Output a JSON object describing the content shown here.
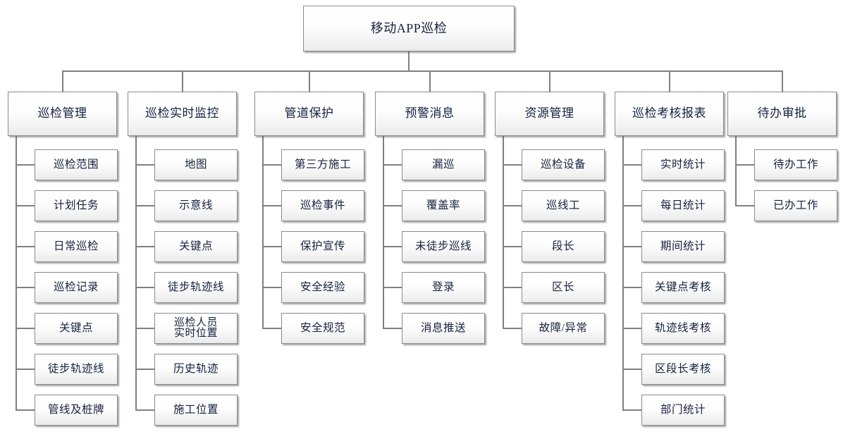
{
  "diagram": {
    "type": "tree",
    "title": "移动APP巡检",
    "root": {
      "label": "移动APP巡检"
    },
    "colors": {
      "box_border": "#8c8c8c",
      "box_fill_top": "#ffffff",
      "box_fill_bottom": "#ebebeb",
      "connector": "#808080",
      "text": "#16213e",
      "background": "#ffffff"
    },
    "branches": [
      {
        "label": "巡检管理",
        "children": [
          {
            "label": "巡检范围"
          },
          {
            "label": "计划任务"
          },
          {
            "label": "日常巡检"
          },
          {
            "label": "巡检记录"
          },
          {
            "label": "关键点"
          },
          {
            "label": "徒步轨迹线"
          },
          {
            "label": "管线及桩牌"
          }
        ]
      },
      {
        "label": "巡检实时监控",
        "children": [
          {
            "label": "地图"
          },
          {
            "label": "示意线"
          },
          {
            "label": "关键点"
          },
          {
            "label": "徒步轨迹线"
          },
          {
            "label": "巡检人员\n实时位置"
          },
          {
            "label": "历史轨迹"
          },
          {
            "label": "施工位置"
          }
        ]
      },
      {
        "label": "管道保护",
        "children": [
          {
            "label": "第三方施工"
          },
          {
            "label": "巡检事件"
          },
          {
            "label": "保护宣传"
          },
          {
            "label": "安全经验"
          },
          {
            "label": "安全规范"
          }
        ]
      },
      {
        "label": "预警消息",
        "children": [
          {
            "label": "漏巡"
          },
          {
            "label": "覆盖率"
          },
          {
            "label": "未徒步巡线"
          },
          {
            "label": "登录"
          },
          {
            "label": "消息推送"
          }
        ]
      },
      {
        "label": "资源管理",
        "children": [
          {
            "label": "巡检设备"
          },
          {
            "label": "巡线工"
          },
          {
            "label": "段长"
          },
          {
            "label": "区长"
          },
          {
            "label": "故障/异常"
          }
        ]
      },
      {
        "label": "巡检考核报表",
        "children": [
          {
            "label": "实时统计"
          },
          {
            "label": "每日统计"
          },
          {
            "label": "期间统计"
          },
          {
            "label": "关键点考核"
          },
          {
            "label": "轨迹线考核"
          },
          {
            "label": "区段长考核"
          },
          {
            "label": "部门统计"
          }
        ]
      },
      {
        "label": "待办审批",
        "children": [
          {
            "label": "待办工作"
          },
          {
            "label": "已办工作"
          }
        ]
      }
    ]
  }
}
